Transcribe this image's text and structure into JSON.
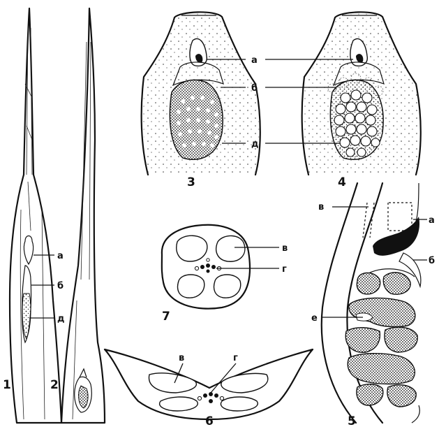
{
  "figure": {
    "panel_numbers": [
      "1",
      "2",
      "3",
      "4",
      "5",
      "6",
      "7"
    ],
    "labels": {
      "a": "а",
      "b": "б",
      "v": "в",
      "g": "г",
      "d": "д",
      "e": "е"
    }
  }
}
